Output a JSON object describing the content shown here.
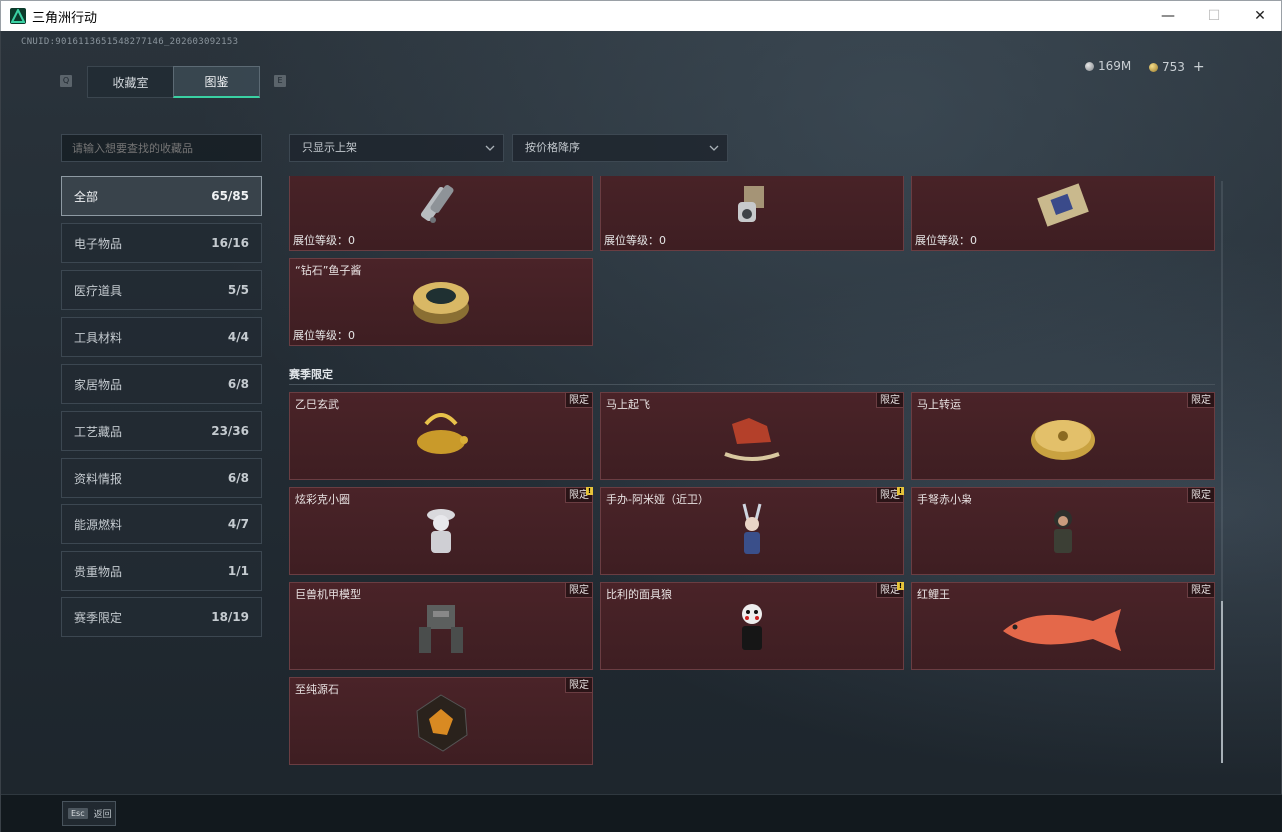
{
  "window": {
    "title": "三角洲行动",
    "minimize": "—",
    "maximize": "☐",
    "close": "✕"
  },
  "header": {
    "uid": "CNUID:90161136515482771​46_202603092153",
    "silver": "169M",
    "gold": "753",
    "plus": "+"
  },
  "tabs": {
    "left_key": "Q",
    "right_key": "E",
    "items": [
      {
        "label": "收藏室"
      },
      {
        "label": "图鉴"
      }
    ]
  },
  "search": {
    "placeholder": "请输入想要查找的收藏品"
  },
  "filters": {
    "display": "只显示上架",
    "sort": "按价格降序"
  },
  "categories": [
    {
      "label": "全部",
      "count": "65/85"
    },
    {
      "label": "电子物品",
      "count": "16/16"
    },
    {
      "label": "医疗道具",
      "count": "5/5"
    },
    {
      "label": "工具材料",
      "count": "4/4"
    },
    {
      "label": "家居物品",
      "count": "6/8"
    },
    {
      "label": "工艺藏品",
      "count": "23/36"
    },
    {
      "label": "资料情报",
      "count": "6/8"
    },
    {
      "label": "能源燃料",
      "count": "4/7"
    },
    {
      "label": "贵重物品",
      "count": "1/1"
    },
    {
      "label": "赛季限定",
      "count": "18/19"
    }
  ],
  "top_items": [
    {
      "level": "展位等级：0"
    },
    {
      "level": "展位等级：0"
    },
    {
      "level": "展位等级：0"
    },
    {
      "name": "“钻石”鱼子酱",
      "level": "展位等级：0"
    }
  ],
  "section": {
    "title": "赛季限定"
  },
  "limited_badge": "限定",
  "warn_mark": "!",
  "season_items": [
    {
      "name": "乙巳玄武"
    },
    {
      "name": "马上起飞"
    },
    {
      "name": "马上转运"
    },
    {
      "name": "炫彩克小圈"
    },
    {
      "name": "手办-阿米娅（近卫）"
    },
    {
      "name": "手弩赤小枭"
    },
    {
      "name": "巨兽机甲模型"
    },
    {
      "name": "比利的面具狼"
    },
    {
      "name": "红鲤王"
    },
    {
      "name": "至纯源石"
    }
  ],
  "footer": {
    "esc_key": "Esc",
    "esc_label": "返回"
  },
  "colors": {
    "accent": "#3ad1a3",
    "card_bg": "#4a2328",
    "badge_warn": "#e7c43a"
  }
}
